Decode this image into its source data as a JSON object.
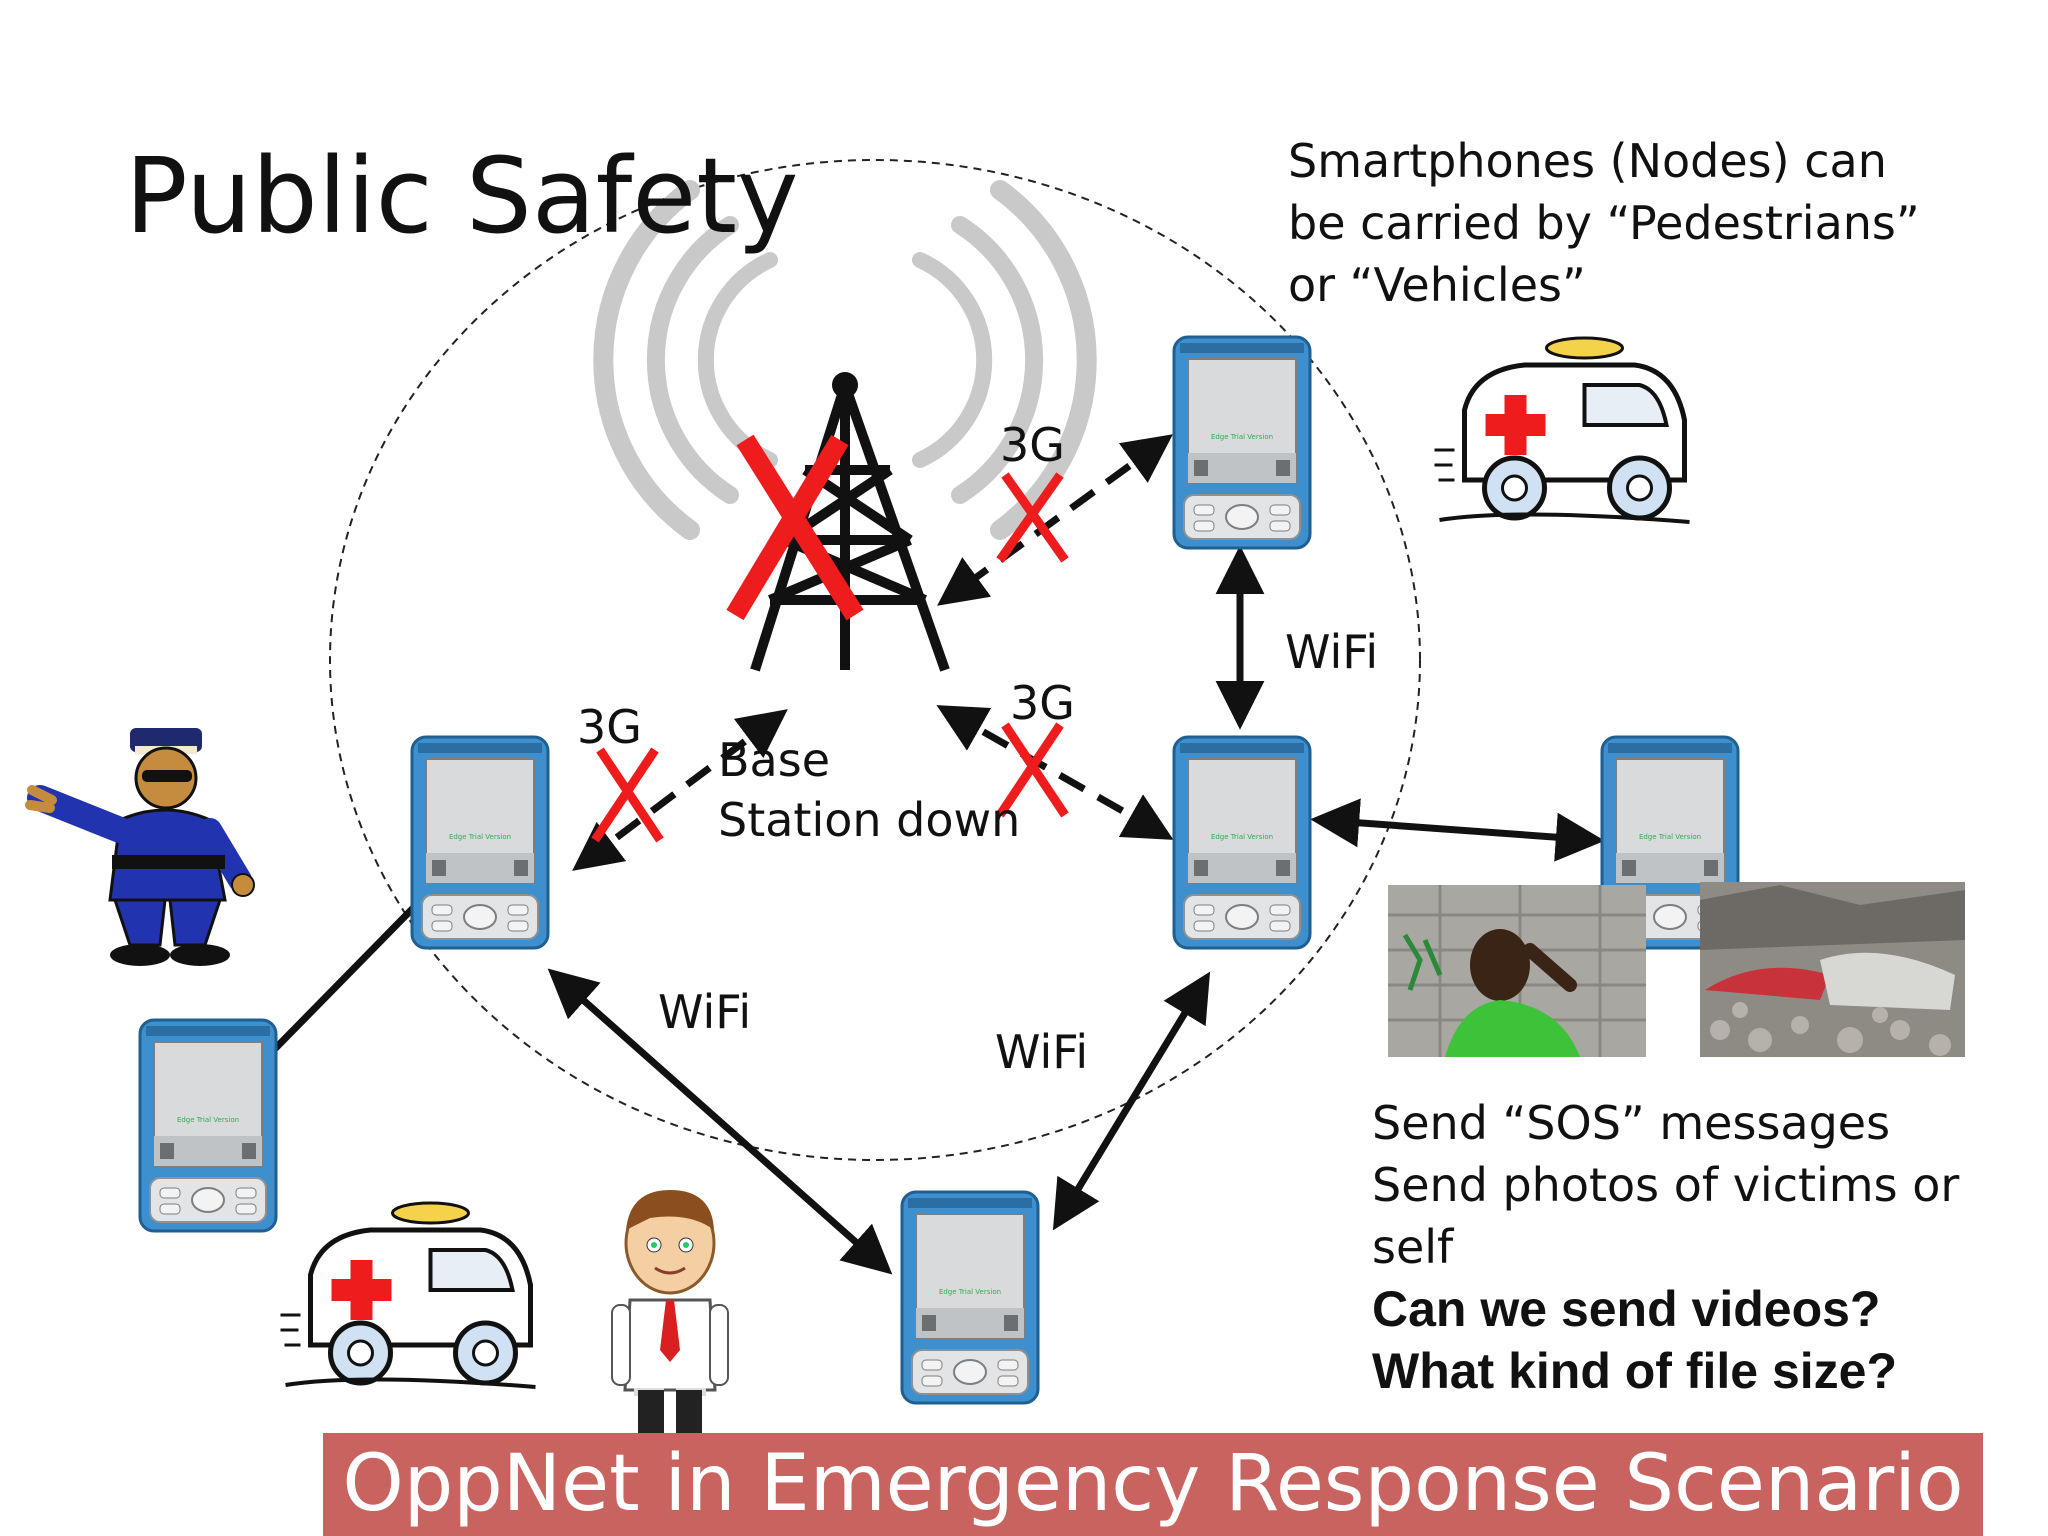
{
  "title": "Public Safety",
  "note_lines": [
    "Smartphones (Nodes) can",
    "be carried by “Pedestrians”",
    "or “Vehicles”"
  ],
  "base_station_lines": [
    "Base",
    "Station down"
  ],
  "link_labels": {
    "g3_top": "3G",
    "g3_mid": "3G",
    "g3_left": "3G",
    "wifi_right": "WiFi",
    "wifi_bottom_left": "WiFi",
    "wifi_bottom_right": "WiFi"
  },
  "bottom_notes": {
    "line1": "Send “SOS” messages",
    "line2": "Send photos of victims or",
    "line3": "self",
    "q1": "Can we send videos?",
    "q2": "What kind of file size?"
  },
  "banner": "OppNet in Emergency Response Scenario",
  "colors": {
    "banner": "#c9635f",
    "failure_x": "#ee1c1c",
    "phone_frame": "#3d8fce",
    "phone_screen": "#d8dadb"
  },
  "icons": [
    "cell-tower-icon",
    "smartphone-icon",
    "ambulance-icon",
    "police-officer-icon",
    "pedestrian-icon",
    "victim-photo",
    "rubble-photo"
  ]
}
